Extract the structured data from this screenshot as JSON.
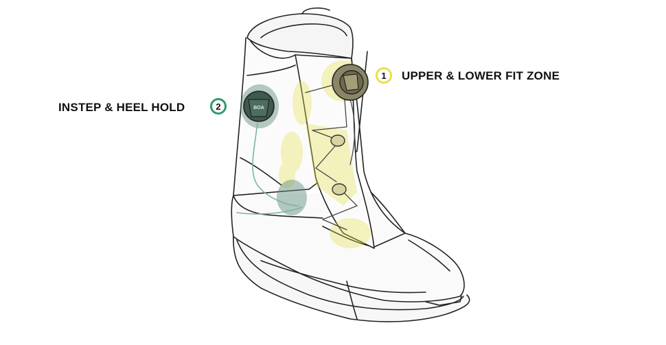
{
  "callouts": [
    {
      "number": "1",
      "label": "UPPER & LOWER FIT ZONE",
      "color": "#e6e04a"
    },
    {
      "number": "2",
      "label": "INSTEP & HEEL HOLD",
      "color": "#2e9b6a"
    }
  ],
  "dial_text": "BOA",
  "colors": {
    "outline": "#222222",
    "zone_upper_lower": "#e6e04a",
    "zone_instep_heel": "#5a8a78"
  }
}
